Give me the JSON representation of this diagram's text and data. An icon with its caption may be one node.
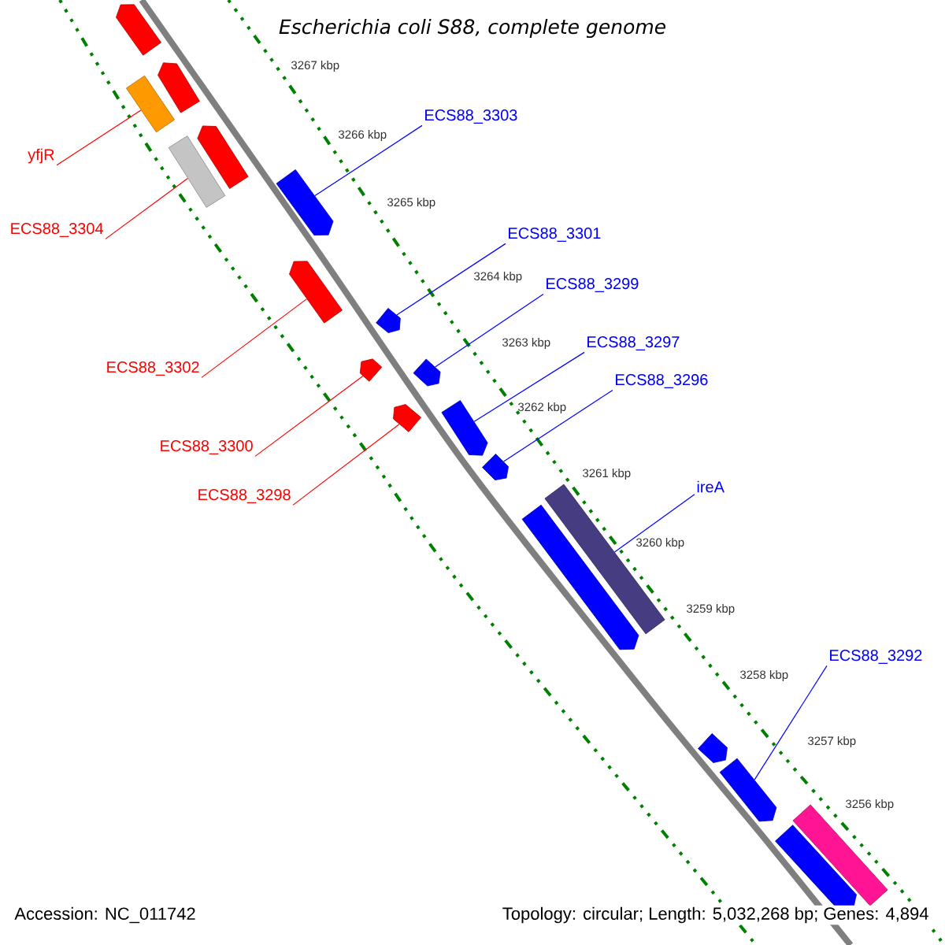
{
  "diagram": {
    "title": "Escherichia coli S88, complete genome",
    "nodes": [
      {
        "text": [
          "ECS88_3303"
        ]
      },
      {
        "text": [
          "ECS88_3301"
        ]
      },
      {
        "text": [
          "ECS88_3299"
        ]
      },
      {
        "text": [
          "ECS88_3297"
        ]
      },
      {
        "text": [
          "ECS88_3296"
        ]
      },
      {
        "text": [
          "ireA"
        ]
      },
      {
        "text": [
          "ECS88_3292"
        ]
      },
      {
        "text": [
          "yfjR"
        ]
      },
      {
        "text": [
          "ECS88_3304"
        ]
      },
      {
        "text": [
          "ECS88_3302"
        ]
      },
      {
        "text": [
          "ECS88_3300"
        ]
      },
      {
        "text": [
          "ECS88_3298"
        ]
      },
      {
        "text": [],
        "shape": "pentagon"
      },
      {
        "text": [],
        "shape": "pentagon"
      },
      {
        "text": [],
        "shape": "bar"
      },
      {
        "text": [],
        "shape": "pentagon"
      },
      {
        "text": [],
        "shape": "bar"
      },
      {
        "text": [],
        "shape": "pentagon"
      },
      {
        "text": [],
        "shape": "pentagon"
      },
      {
        "text": [],
        "shape": "pentagon"
      },
      {
        "text": [],
        "shape": "pentagon"
      },
      {
        "text": [],
        "shape": "pentagon"
      },
      {
        "text": [],
        "shape": "pentagon"
      },
      {
        "text": [],
        "shape": "pentagon"
      },
      {
        "text": [],
        "shape": "pentagon"
      },
      {
        "text": [],
        "shape": "bar"
      },
      {
        "text": [],
        "shape": "pentagon"
      },
      {
        "text": [],
        "shape": "pentagon"
      },
      {
        "text": [],
        "shape": "pentagon"
      },
      {
        "text": [],
        "shape": "bar"
      },
      {
        "text": [],
        "shape": "pentagon"
      }
    ],
    "edges": [
      {
        "from": 0,
        "to": 17,
        "arrow": "none"
      },
      {
        "from": 1,
        "to": 19,
        "arrow": "none"
      },
      {
        "from": 2,
        "to": 21,
        "arrow": "none"
      },
      {
        "from": 3,
        "to": 23,
        "arrow": "none"
      },
      {
        "from": 4,
        "to": 24,
        "arrow": "none"
      },
      {
        "from": 5,
        "to": 25,
        "arrow": "none"
      },
      {
        "from": 6,
        "to": 28,
        "arrow": "none"
      },
      {
        "from": 7,
        "to": 14,
        "arrow": "none",
        "color": "#ff0000"
      },
      {
        "from": 8,
        "to": 16,
        "arrow": "none",
        "color": "#ff0000"
      },
      {
        "from": 9,
        "to": 18,
        "arrow": "none",
        "color": "#ff0000"
      },
      {
        "from": 10,
        "to": 20,
        "arrow": "none",
        "color": "#ff0000"
      },
      {
        "from": 11,
        "to": 22,
        "arrow": "none",
        "color": "#ff0000"
      }
    ],
    "labels": [
      "3267 kbp",
      "3266 kbp",
      "3265 kbp",
      "3264 kbp",
      "3263 kbp",
      "3262 kbp",
      "3261 kbp",
      "3260 kbp",
      "3259 kbp",
      "3258 kbp",
      "3257 kbp",
      "3256 kbp",
      "Accession: NC_011742",
      "Topology: circular; Length: 5,032,268 bp; Genes: 4,894"
    ]
  }
}
